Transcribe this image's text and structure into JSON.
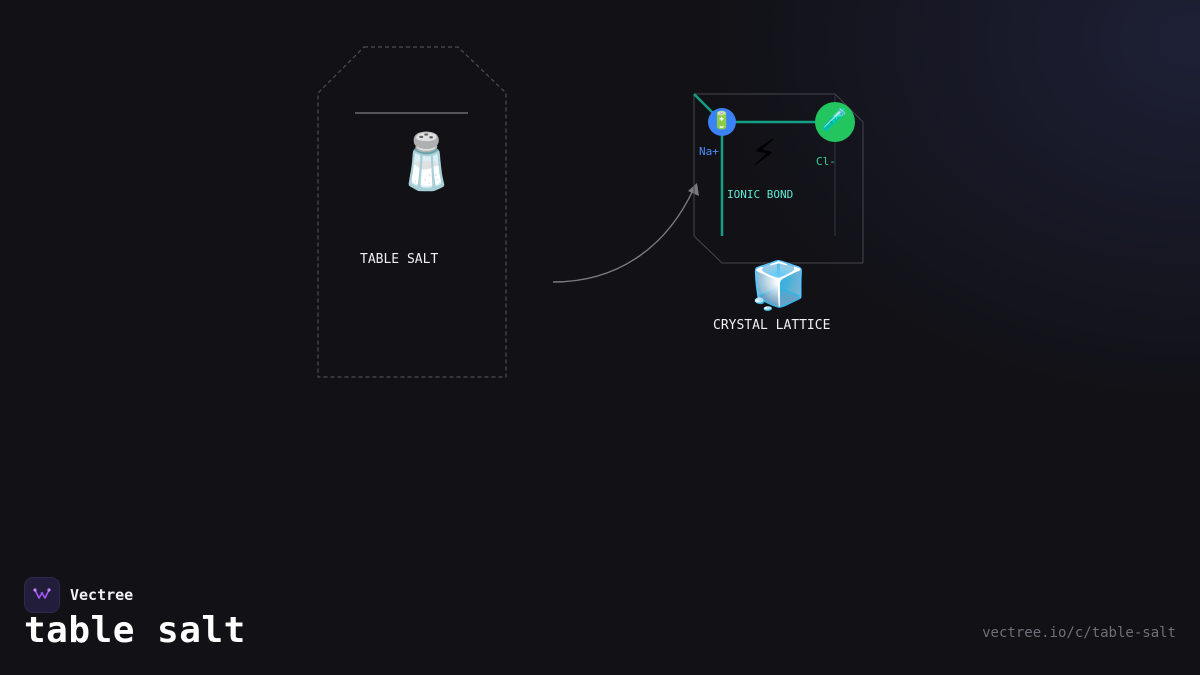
{
  "brand": {
    "name": "Vectree",
    "logo_icon": "vectree-logo-icon"
  },
  "title": "table salt",
  "url": "vectree.io/c/table-salt",
  "nodes": {
    "table_salt": {
      "label": "TABLE SALT",
      "icon": "salt-shaker-icon",
      "emoji": "🧂"
    },
    "crystal_lattice": {
      "label": "CRYSTAL LATTICE",
      "icon": "ice-cube-icon",
      "emoji": "🧊"
    },
    "sodium_ion": {
      "label": "Na+",
      "icon": "battery-icon",
      "emoji": "🔋",
      "color": "#3b82f6"
    },
    "chloride_ion": {
      "label": "Cl-",
      "icon": "test-tube-icon",
      "emoji": "🧪",
      "color": "#22c55e"
    },
    "ionic_bond": {
      "label": "IONIC BOND",
      "icon": "lightning-icon",
      "emoji": "⚡"
    }
  },
  "colors": {
    "background": "#111116",
    "bond": "#14a085",
    "arrow": "#7a7a80",
    "outline": "#55555c"
  }
}
